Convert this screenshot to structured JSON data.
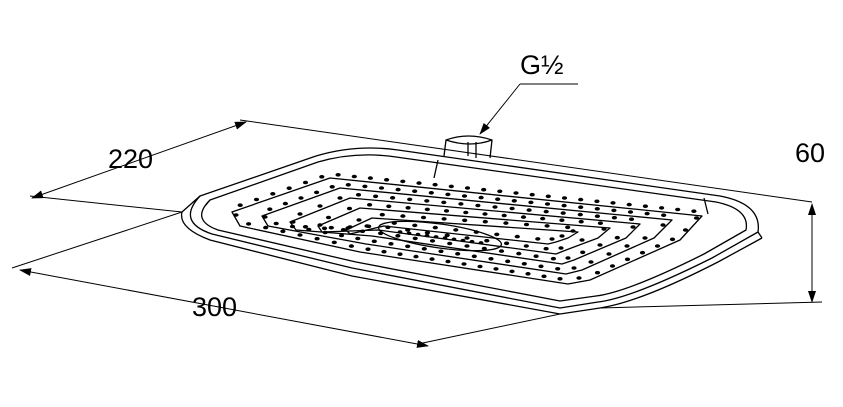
{
  "dimensions": {
    "thread": "G½",
    "width": "220",
    "length": "300",
    "height": "60"
  },
  "colors": {
    "line": "#000000",
    "background": "#ffffff"
  }
}
